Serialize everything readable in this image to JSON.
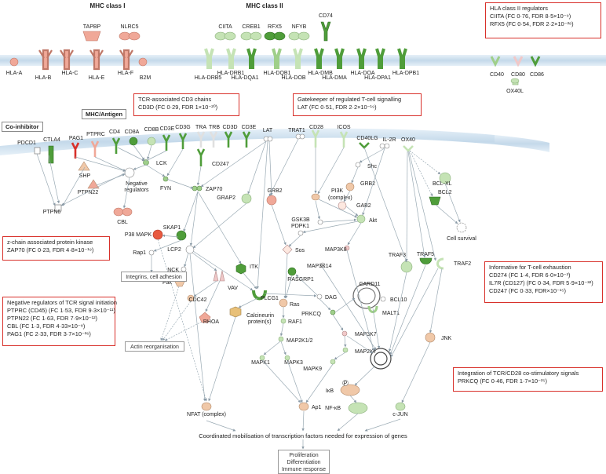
{
  "headers": {
    "mhc1": "MHC class I",
    "mhc2": "MHC class II"
  },
  "tags": {
    "mhc_antigen": "MHC/Antigen",
    "co_inhibitor": "Co-inhibitor"
  },
  "boxes": {
    "hla2": {
      "title": "HLA class II regulators",
      "lines": [
        "CIITA (FC 0·76, FDR 8·5×10⁻⁹)",
        "RFX5 (FC 0·54, FDR 2·2×10⁻²⁸)"
      ]
    },
    "cd3": {
      "title": "TCR-associated CD3 chains",
      "lines": [
        "CD3D (FC 0·29, FDR 1×10⁻²⁰)"
      ]
    },
    "lat": {
      "title": "Gatekeeper of regulated T-cell signalling",
      "lines": [
        "LAT (FC 0·51, FDR 2·2×10⁻¹⁹)"
      ]
    },
    "zap": {
      "title": "z-chain associated protein kinase",
      "lines": [
        "ZAP70 (FC 0·23, FDR 4·8×10⁻¹⁹)"
      ]
    },
    "exh": {
      "title": "Informative for T-cell exhaustion",
      "lines": [
        "CD274 (FC 1·4, FDR 6·0×10⁻³)",
        "IL7R (CD127) (FC 0·34, FDR 5·9×10⁻³²)",
        "CD247 (FC 0·33, FDR×10⁻¹⁵)"
      ]
    },
    "neg": {
      "title": "Negative regulators of TCR signal initiation",
      "lines": [
        "PTPRC (CD45) (FC 1·53, FDR 9·3×10⁻¹¹)",
        "PTPN22 (FC 1·63, FDR 7·9×10⁻¹²)",
        "CBL (FC 1·3, FDR 4·33×10⁻⁸)",
        "PAG1 (FC 2·33, FDR 3·7×10⁻²⁶)"
      ]
    },
    "integ": {
      "title": "Integration of TCR/CD28 co-stimulatory signals",
      "lines": [
        "PRKCQ (FC 0·46, FDR 1·7×10⁻²⁵)"
      ]
    }
  },
  "process_boxes": {
    "integrins": "Integrins, cell adhesion",
    "actin": "Actin reorganisation",
    "outcome": [
      "Proliferation",
      "Differentiation",
      "Immune response"
    ]
  },
  "caption": "Coordinated mobilisation of transcription factors needed for expression of genes",
  "labels": {
    "TAPBP": "TAPBP",
    "NLRC5": "NLRC5",
    "CIITA": "CIITA",
    "CREB1": "CREB1",
    "RFX5": "RFX5",
    "NFYB": "NFYB",
    "CD74": "CD74",
    "HLA-A": "HLA-A",
    "HLA-B": "HLA-B",
    "HLA-C": "HLA-C",
    "HLA-E": "HLA-E",
    "HLA-F": "HLA-F",
    "B2M": "B2M",
    "HLA-DRB5": "HLA-DRB5",
    "HLA-DRB1": "HLA-DRB1",
    "HLA-DQA1": "HLA-DQA1",
    "HLA-DQB1": "HLA-DQB1",
    "HLA-DOB": "HLA-DOB",
    "HLA-DMB": "HLA-DMB",
    "HLA-DMA": "HLA-DMA",
    "HLA-DOA": "HLA-DOA",
    "HLA-DPA1": "HLA-DPA1",
    "HLA-DPB1": "HLA-DPB1",
    "CD40": "CD40",
    "CD80": "CD80",
    "CD86": "CD86",
    "OX40L": "OX40L",
    "PDCD1": "PDCD1",
    "CTLA4": "CTLA4",
    "PAG1": "PAG1",
    "PTPRC": "PTPRC",
    "CD4": "CD4",
    "CD8A": "CD8A",
    "CD8B": "CD8B",
    "CD3E_a": "CD3E",
    "CD3G": "CD3G",
    "TRA": "TRA",
    "TRB": "TRB",
    "CD3D": "CD3D",
    "CD3E_b": "CD3E",
    "LAT": "LAT",
    "TRAT1": "TRAT1",
    "CD28": "CD28",
    "ICOS": "ICOS",
    "CD40LG": "CD40LG",
    "IL-2R": "IL-2R",
    "OX40": "OX40",
    "SHP": "SHP",
    "PTPN22": "PTPN22",
    "PTPN6": "PTPN6",
    "LCK": "LCK",
    "FYN": "FYN",
    "CD247": "CD247",
    "ZAP70": "ZAP70",
    "Negreg": "Negative\nregulators",
    "CBL": "CBL",
    "GRAP2": "GRAP2",
    "GRB2_a": "GRB2",
    "SKAP1": "SKAP1",
    "P38MAPK": "P38 MAPK",
    "Rap1": "Rap1",
    "LCP2": "LCP2",
    "NCK": "NCK",
    "Pak": "Pak",
    "ITK": "ITK",
    "VAV": "VAV",
    "CDC42": "CDC42",
    "RHOA": "RHOA",
    "PLCG1": "PLCG1",
    "Calcineurin": "Calcineurin\nprotein(s)",
    "Sos": "Sos",
    "RASGRP1": "RASGRP1",
    "DAG": "DAG",
    "Ras": "Ras",
    "RAF1": "RAF1",
    "MAP2K12": "MAP2K1/2",
    "MAPK1": "MAPK1",
    "MAPK3": "MAPK3",
    "PRKCQ": "PRKCQ",
    "CARD11": "CARD11",
    "BCL10": "BCL10",
    "MALT1": "MALT1",
    "MAP3K7": "MAP3K7",
    "MAP2K7": "MAP2K7",
    "MAPK9": "MAPK9",
    "IkB": "IκB",
    "P": "P",
    "NFkB": "NF-κB",
    "Ap1": "Ap1",
    "NFAT": "NFAT (complex)",
    "cJUN": "c-JUN",
    "JNK": "JNK",
    "GSK3B": "GSK3B",
    "MAP3K8": "MAP3K8",
    "MAP3K14": "MAP3K14",
    "PI3K": "PI3K\n(complex)",
    "PDPK1": "PDPK1",
    "Akt": "Akt",
    "GAB2": "GAB2",
    "GRB2_b": "GRB2",
    "Shc": "Shc",
    "TRAF3": "TRAF3",
    "TRAF5": "TRAF5",
    "TRAF2": "TRAF2",
    "BCLXL": "BCL-XL",
    "BCL2": "BCL2",
    "Cellsurv": "Cell survival"
  },
  "colors": {
    "green": "#4f9d3a",
    "lightgreen": "#9fcf8a",
    "palegreen": "#d5ebc8",
    "salmon": "#f0a898",
    "red": "#d8302a",
    "membrane": "#cfe3f3"
  }
}
